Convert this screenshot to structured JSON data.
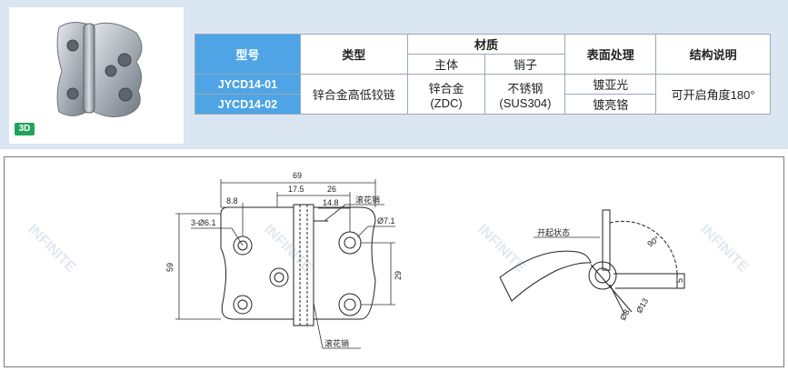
{
  "badge_3d": "3D",
  "table": {
    "headers": {
      "model": "型号",
      "type": "类型",
      "material": "材质",
      "material_body": "主体",
      "material_pin": "销子",
      "surface": "表面处理",
      "structure": "结构说明"
    },
    "rows": [
      {
        "model": "JYCD14-01",
        "surface": "镀亚光"
      },
      {
        "model": "JYCD14-02",
        "surface": "镀亮铬"
      }
    ],
    "type_value": "锌合金高低铰链",
    "body_material": "锌合金",
    "body_material_code": "(ZDC)",
    "pin_material": "不锈钢",
    "pin_material_code": "(SUS304)",
    "structure_value": "可开启角度180°"
  },
  "drawing": {
    "dim_total_width": "69",
    "dim_17_5": "17.5",
    "dim_26": "26",
    "dim_8_8": "8.8",
    "dim_14_8": "14.8",
    "dim_height": "59",
    "dim_29": "29",
    "holes": "3-Ø6.1",
    "counterbore": "Ø7.1",
    "pin_label_top": "滚花销",
    "pin_label_bottom": "滚花销",
    "open_state": "开起状态",
    "angle": "90°",
    "dim_5": "5",
    "dia_8": "Ø8",
    "dia_13": "Ø13"
  },
  "watermark": "INFINITE"
}
